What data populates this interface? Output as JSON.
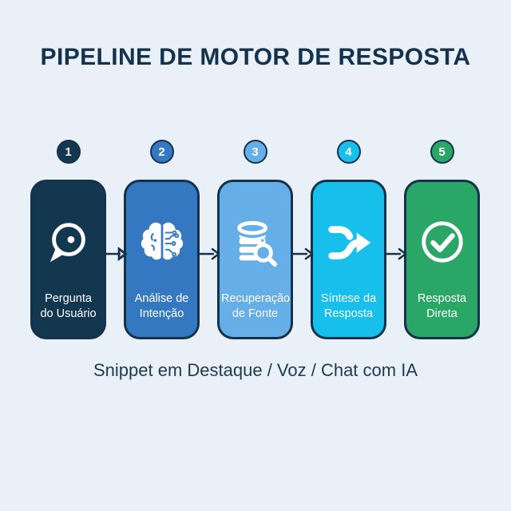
{
  "title": "PIPELINE DE MOTOR DE RESPOSTA",
  "caption": "Snippet em Destaque / Voz / Chat com IA",
  "colors": {
    "background": "#eaf0f8",
    "navy": "#14324b",
    "arrow": "#14324b",
    "text_light": "#ffffff"
  },
  "steps": [
    {
      "number": "1",
      "label_line1": "Pergunta",
      "label_line2": "do Usuário",
      "color": "#12374f",
      "icon": "chat-bubble-icon"
    },
    {
      "number": "2",
      "label_line1": "Análise de",
      "label_line2": "Intenção",
      "color": "#3578c2",
      "icon": "brain-circuit-icon"
    },
    {
      "number": "3",
      "label_line1": "Recuperação",
      "label_line2": "de Fonte",
      "color": "#66aee8",
      "icon": "database-search-icon"
    },
    {
      "number": "4",
      "label_line1": "Síntese da",
      "label_line2": "Resposta",
      "color": "#16c0ea",
      "icon": "merge-arrows-icon"
    },
    {
      "number": "5",
      "label_line1": "Resposta",
      "label_line2": "Direta",
      "color": "#2aa767",
      "icon": "check-circle-icon"
    }
  ]
}
